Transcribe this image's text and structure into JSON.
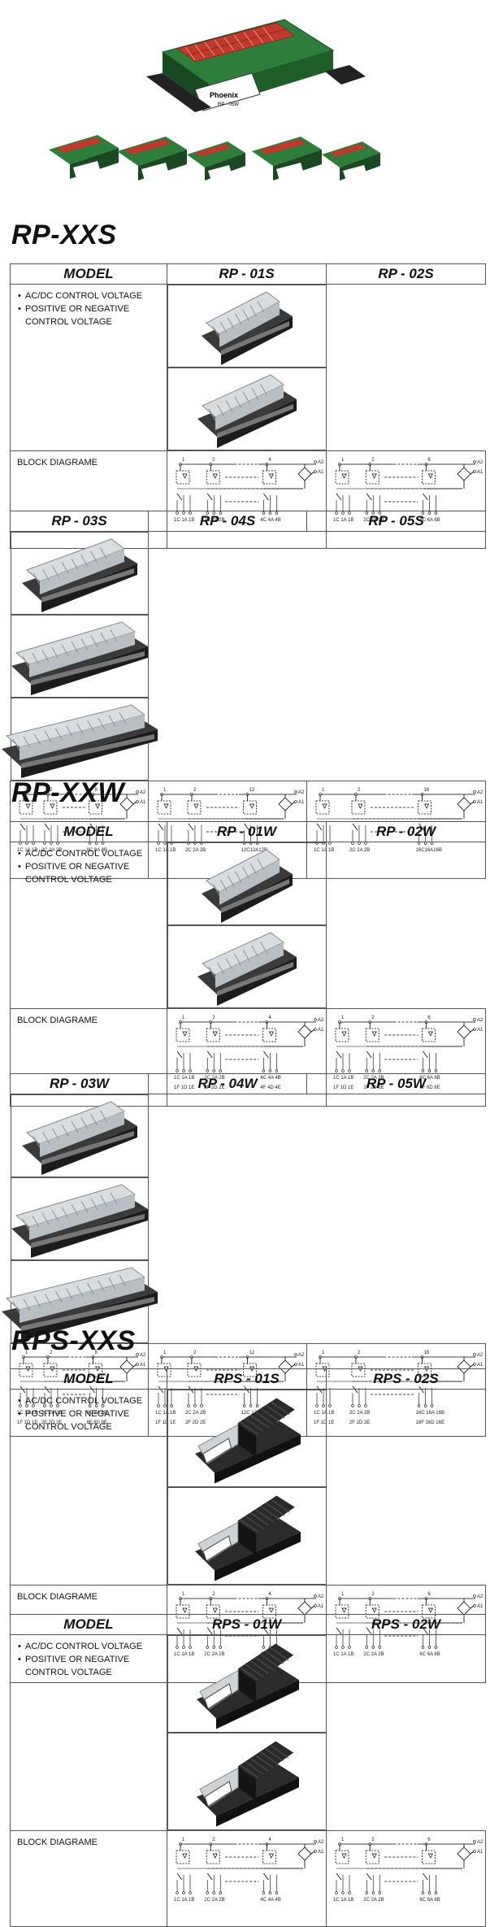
{
  "top_photo": {
    "brand": "Phoenix",
    "model": "RP - 05W"
  },
  "sections": [
    {
      "heading": "RP-XXS",
      "table_a": {
        "model_label": "MODEL",
        "models": [
          "RP - 01S",
          "RP - 02S"
        ],
        "features": [
          "AC/DC CONTROL VOLTAGE",
          "POSITIVE OR NEGATIVE CONTROL VOLTAGE"
        ],
        "block_label": "BLOCK DIAGRAME",
        "diagrams": [
          {
            "nums": [
              "1",
              "2",
              "4"
            ],
            "caps": [
              "1C 1A 1B",
              "2C 2A 2B",
              "4C 4A 4B"
            ]
          },
          {
            "nums": [
              "1",
              "2",
              "6"
            ],
            "caps": [
              "1C 1A 1B",
              "2C 2A 2B",
              "6C 6A 6B"
            ]
          }
        ]
      },
      "table_b": {
        "models": [
          "RP - 03S",
          "RP - 04S",
          "RP - 05S"
        ],
        "diagrams": [
          {
            "nums": [
              "1",
              "2",
              "8"
            ],
            "caps": [
              "1C 1A 1B",
              "2C 2A 2B",
              "8C 8A 8B"
            ]
          },
          {
            "nums": [
              "1",
              "2",
              "12"
            ],
            "caps": [
              "1C 1A 1B",
              "2C 2A 2B",
              "12C12A12B"
            ]
          },
          {
            "nums": [
              "1",
              "2",
              "16"
            ],
            "caps": [
              "1C 1A 1B",
              "2C 2A 2B",
              "16C16A16B"
            ]
          }
        ]
      }
    },
    {
      "heading": "RP-XXW",
      "table_a": {
        "model_label": "MODEL",
        "models": [
          "RP - 01W",
          "RP - 02W"
        ],
        "features": [
          "AC/DC CONTROL VOLTAGE",
          "POSITIVE OR NEGATIVE CONTROL VOLTAGE"
        ],
        "block_label": "BLOCK DIAGRAME",
        "diagrams": [
          {
            "nums": [
              "1",
              "2",
              "4"
            ],
            "caps": [
              "1C 1A 1B",
              "2C 2A 2B",
              "4C 4A 4B"
            ],
            "caps2": [
              "1F 1D 1E",
              "2F 2D 2E",
              "4F 4D 4E"
            ]
          },
          {
            "nums": [
              "1",
              "2",
              "6"
            ],
            "caps": [
              "1C 1A 1B",
              "2C 2A 2B",
              "6C 6A 6B"
            ],
            "caps2": [
              "1F 1D 1E",
              "2F 2D 2E",
              "6F 6D 6E"
            ]
          }
        ]
      },
      "table_b": {
        "models": [
          "RP - 03W",
          "RP - 04W",
          "RP - 05W"
        ],
        "diagrams": [
          {
            "nums": [
              "1",
              "2",
              "8"
            ],
            "caps": [
              "1C 1A 1B",
              "2C 2A 2B",
              "8C 8A 8B"
            ],
            "caps2": [
              "1F 1D 1E",
              "2F 2D 2E",
              "8F 8D 8E"
            ]
          },
          {
            "nums": [
              "1",
              "2",
              "12"
            ],
            "caps": [
              "1C 1A 1B",
              "2C 2A 2B",
              "12C 12A 12B"
            ],
            "caps2": [
              "1F 1D 1E",
              "2F 2D 2E",
              "12F 12D 12E"
            ]
          },
          {
            "nums": [
              "1",
              "2",
              "16"
            ],
            "caps": [
              "1C 1A 1B",
              "2C 2A 2B",
              "16C 16A 16B"
            ],
            "caps2": [
              "1F 1D 1E",
              "2F 2D 2E",
              "16F 16D 16E"
            ]
          }
        ]
      }
    },
    {
      "heading": "RPS-XXS",
      "table_a": {
        "model_label": "MODEL",
        "models": [
          "RPS - 01S",
          "RPS - 02S"
        ],
        "features": [
          "AC/DC CONTROL VOLTAGE",
          "POSITIVE OR NEGATIVE CONTROL VOLTAGE"
        ],
        "block_label": "BLOCK DIAGRAME",
        "diagrams": [
          {
            "nums": [
              "1",
              "2",
              "4"
            ],
            "caps": [
              "1C 1A 1B",
              "2C 2A 2B",
              "4C 4A 4B"
            ]
          },
          {
            "nums": [
              "1",
              "2",
              "6"
            ],
            "caps": [
              "1C 1A 1B",
              "2C 2A 2B",
              "6C 6A 6B"
            ]
          }
        ]
      },
      "table_c": {
        "model_label": "MODEL",
        "models": [
          "RPS - 01W",
          "RPS - 02W"
        ],
        "features": [
          "AC/DC CONTROL VOLTAGE",
          "POSITIVE OR NEGATIVE CONTROL VOLTAGE"
        ],
        "block_label": "BLOCK DIAGRAME",
        "diagrams": [
          {
            "nums": [
              "1",
              "2",
              "4"
            ],
            "caps": [
              "1C 1A 1B",
              "2C 2A 2B",
              "4C 4A 4B"
            ]
          },
          {
            "nums": [
              "1",
              "2",
              "6"
            ],
            "caps": [
              "1C 1A 1B",
              "2C 2A 2B",
              "6C 6A 6B"
            ]
          }
        ]
      }
    }
  ],
  "diagram_terminals": {
    "a2": "A2",
    "a1": "A1"
  }
}
